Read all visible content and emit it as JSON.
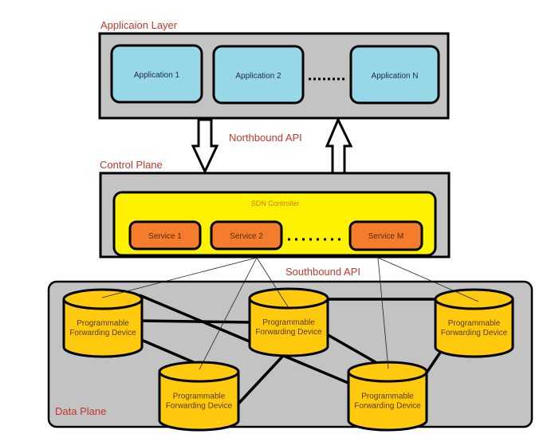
{
  "colors": {
    "layer_bg": "#c3c3c3",
    "app_fill": "#96d7e8",
    "controller_fill": "#fff200",
    "service_fill": "#f47c2c",
    "device_fill": "#ffc90e",
    "label_red": "#c0392b",
    "stroke": "#000000"
  },
  "application_layer": {
    "title": "Applicaion Layer",
    "apps": [
      {
        "label": "Application 1"
      },
      {
        "label": "Application 2"
      },
      {
        "label": "Application N"
      }
    ],
    "ellipsis": "........"
  },
  "northbound": {
    "label": "Northbound API",
    "arrows": [
      "down",
      "up"
    ]
  },
  "control_plane": {
    "title": "Control Plane",
    "controller": {
      "label": "SDN Controller",
      "services": [
        {
          "label": "Service 1"
        },
        {
          "label": "Service 2"
        },
        {
          "label": "Service M"
        }
      ],
      "ellipsis": "........"
    }
  },
  "southbound": {
    "label": "Southbound API"
  },
  "data_plane": {
    "title": "Data Plane",
    "devices": [
      {
        "id": "d1",
        "line1": "Programmable",
        "line2": "Forwarding Device"
      },
      {
        "id": "d2",
        "line1": "Programmable",
        "line2": "Forwarding Device"
      },
      {
        "id": "d3",
        "line1": "Programmable",
        "line2": "Forwarding Device"
      },
      {
        "id": "d4",
        "line1": "Programmable",
        "line2": "Forwarding Device"
      },
      {
        "id": "d5",
        "line1": "Programmable",
        "line2": "Forwarding Device"
      }
    ],
    "links": [
      [
        "d1",
        "d2"
      ],
      [
        "d1",
        "d5"
      ],
      [
        "d1",
        "d4"
      ],
      [
        "d2",
        "d4"
      ],
      [
        "d2",
        "d5"
      ],
      [
        "d2",
        "d3"
      ],
      [
        "d3",
        "d5"
      ]
    ],
    "southbound_connections": [
      {
        "from": "Service 2",
        "to": "d1"
      },
      {
        "from": "Service 2",
        "to": "d4"
      },
      {
        "from": "Service 2",
        "to": "d2"
      },
      {
        "from": "Service M",
        "to": "d5"
      },
      {
        "from": "Service M",
        "to": "d3"
      }
    ]
  }
}
